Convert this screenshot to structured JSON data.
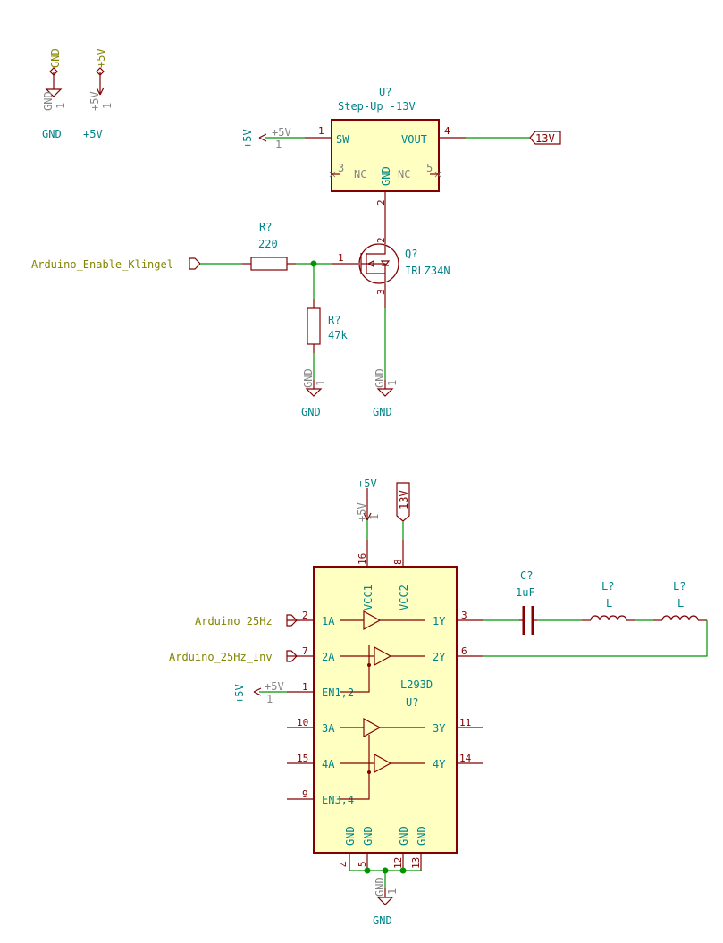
{
  "pwr_sym_gnd": {
    "label": "GND",
    "ref": "GND",
    "pin": "1"
  },
  "pwr_sym_5v": {
    "label": "+5V",
    "ref": "+5V",
    "pin": "1"
  },
  "stepup": {
    "ref": "U?",
    "value": "Step-Up -13V",
    "pins": {
      "sw": "SW",
      "vout": "VOUT",
      "nc": "NC",
      "gnd": "GND"
    },
    "pin_numbers": {
      "sw": "1",
      "vout": "4",
      "nc_left": "3",
      "nc_right": "5",
      "gnd": "2"
    },
    "sw_power": {
      "label": "+5V",
      "ref": "+5V",
      "pin": "1"
    },
    "vout_label": "13V"
  },
  "resistor_gate": {
    "ref": "R?",
    "value": "220"
  },
  "resistor_pulldown": {
    "ref": "R?",
    "value": "47k"
  },
  "mosfet": {
    "ref": "Q?",
    "value": "IRLZ34N",
    "pins": {
      "gate": "1",
      "drain": "2",
      "source": "3"
    }
  },
  "arduino_enable_label": "Arduino_Enable_Klingel",
  "gnd_r_pulldown": {
    "label": "GND",
    "ref": "GND",
    "pin": "1"
  },
  "gnd_mosfet": {
    "label": "GND",
    "ref": "GND",
    "pin": "1"
  },
  "l293d": {
    "ref": "U?",
    "value": "L293D",
    "vcc1": "VCC1",
    "vcc2": "VCC2",
    "inputs": [
      "1A",
      "2A",
      "EN1,2",
      "3A",
      "4A",
      "EN3,4"
    ],
    "outputs": [
      "1Y",
      "2Y",
      "3Y",
      "4Y"
    ],
    "gnds": [
      "GND",
      "GND",
      "GND",
      "GND"
    ],
    "pin_numbers": {
      "vcc1": "16",
      "vcc2": "8",
      "in_1a": "2",
      "in_2a": "7",
      "en12": "1",
      "in_3a": "10",
      "in_4a": "15",
      "en34": "9",
      "out_1y": "3",
      "out_2y": "6",
      "out_3y": "11",
      "out_4y": "14",
      "gnd_a": "4",
      "gnd_b": "5",
      "gnd_c": "12",
      "gnd_d": "13"
    },
    "vcc1_power": {
      "label": "+5V",
      "ref": "+5V",
      "pin": "1"
    },
    "vcc2_label": "13V",
    "en_power": {
      "label": "+5V",
      "ref": "+5V",
      "pin": "1"
    },
    "gnd_bottom": {
      "label": "GND",
      "ref": "GND",
      "pin": "1"
    }
  },
  "arduino_25hz_label": "Arduino_25Hz",
  "arduino_25hz_inv_label": "Arduino_25Hz_Inv",
  "capacitor": {
    "ref": "C?",
    "value": "1uF"
  },
  "inductor_1": {
    "ref": "L?",
    "value": "L"
  },
  "inductor_2": {
    "ref": "L?",
    "value": "L"
  },
  "colors": {
    "wire": "#009400",
    "component_outline": "#840000",
    "component_fill": "#ffffc2",
    "reference_text": "#00848a",
    "label_text": "#848400",
    "pin_number_text": "#840000"
  }
}
